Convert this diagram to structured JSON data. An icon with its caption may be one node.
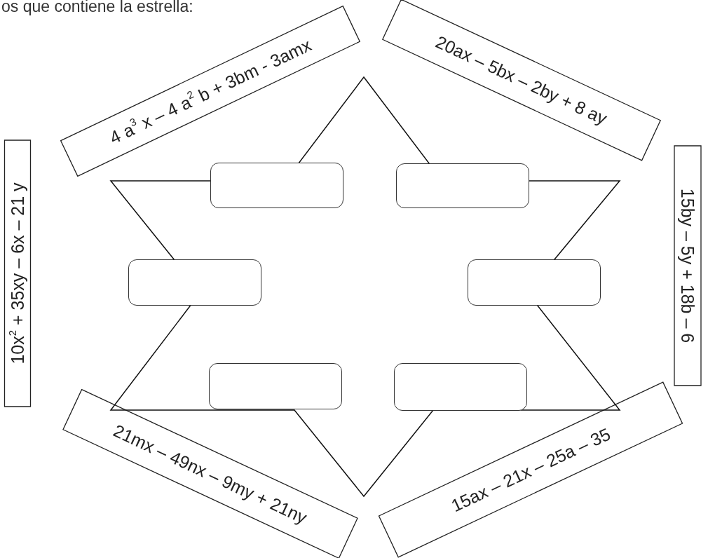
{
  "diagram": {
    "nodes": [
      {
        "text": [
          "4 a$^{3}$ x – 4 a$^{2}$ b + 3bm - 3amx"
        ]
      },
      {
        "text": [
          "20ax – 5bx – 2by + 8 ay"
        ]
      },
      {
        "text": [
          "10x$^{2}$ + 35xy – 6x – 21 y"
        ]
      },
      {
        "text": [
          "15by – 5y + 18b – 6"
        ]
      },
      {
        "text": [
          "21mx – 49nx – 9my + 21ny"
        ]
      },
      {
        "text": [
          "15ax – 21x – 25a – 35"
        ]
      },
      {
        "text": [],
        "shape": "box"
      },
      {
        "text": [],
        "shape": "box"
      },
      {
        "text": [],
        "shape": "box"
      },
      {
        "text": [],
        "shape": "box"
      },
      {
        "text": [],
        "shape": "box"
      },
      {
        "text": [],
        "shape": "box"
      }
    ],
    "labels": [
      "os que contiene la estrella:"
    ]
  }
}
